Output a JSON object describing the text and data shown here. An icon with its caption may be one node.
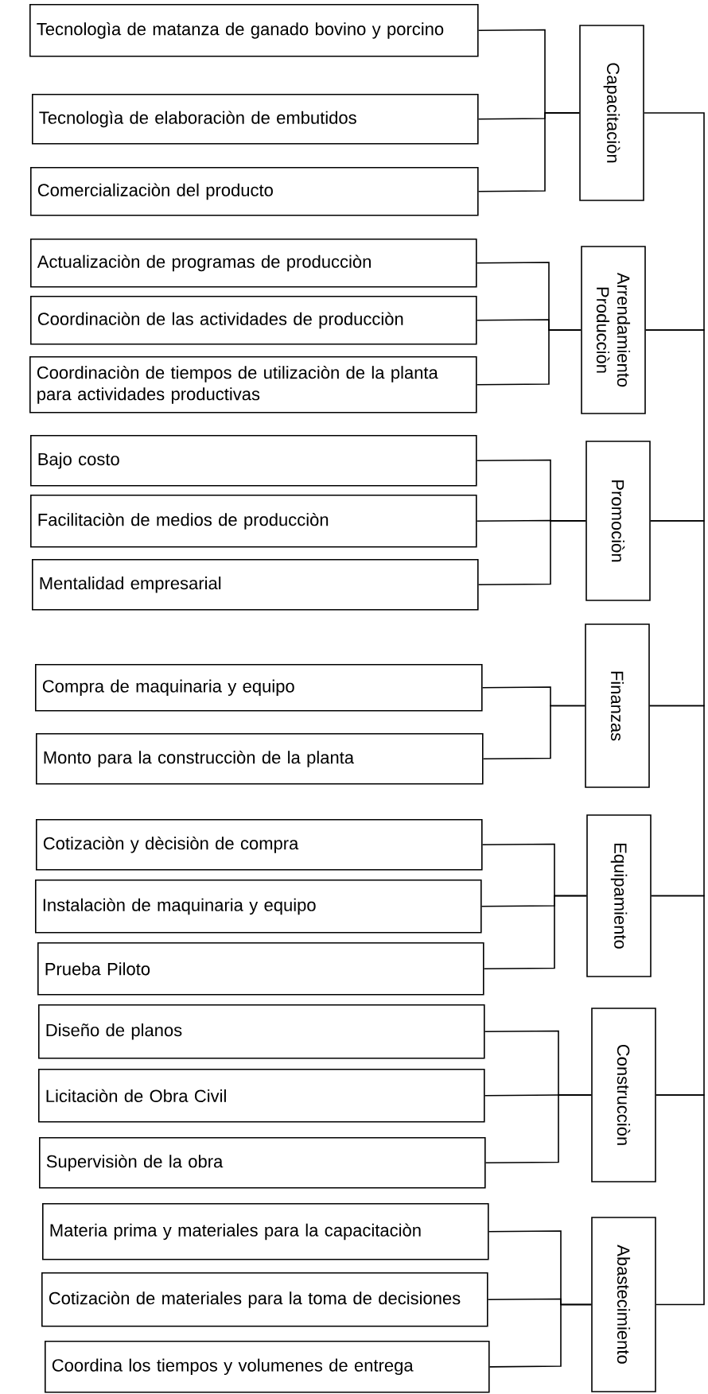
{
  "diagram": {
    "nodes": [
      {
        "text": [
          "Tecnologìa de matanza de ganado bovino y porcino"
        ]
      },
      {
        "text": [
          "Tecnologìa de elaboraciòn de embutidos"
        ]
      },
      {
        "text": [
          "Comercializaciòn del producto"
        ]
      },
      {
        "text": [
          "Capacitaciòn"
        ]
      },
      {
        "text": [
          "Actualizaciòn de programas de producciòn"
        ]
      },
      {
        "text": [
          "Coordinaciòn de las actividades de producciòn"
        ]
      },
      {
        "text": [
          "Coordinaciòn de tiempos de utilizaciòn de la planta para actividades productivas"
        ]
      },
      {
        "text": [
          "Arrendamiento Producciòn"
        ]
      },
      {
        "text": [
          "Bajo costo"
        ]
      },
      {
        "text": [
          "Facilitaciòn de medios de producciòn"
        ]
      },
      {
        "text": [
          "Mentalidad empresarial"
        ]
      },
      {
        "text": [
          "Promociòn"
        ]
      },
      {
        "text": [
          "Compra de maquinaria y equipo"
        ]
      },
      {
        "text": [
          "Monto para la construcciòn de la planta"
        ]
      },
      {
        "text": [
          "Finanzas"
        ]
      },
      {
        "text": [
          "Cotizaciòn y dècisiòn de compra"
        ]
      },
      {
        "text": [
          "Instalaciòn de maquinaria y equipo"
        ]
      },
      {
        "text": [
          "Prueba Piloto"
        ]
      },
      {
        "text": [
          "Equipamiento"
        ]
      },
      {
        "text": [
          "Diseño de planos"
        ]
      },
      {
        "text": [
          "Licitaciòn de Obra Civil"
        ]
      },
      {
        "text": [
          "Supervisiòn de la obra"
        ]
      },
      {
        "text": [
          "Construcciòn"
        ]
      },
      {
        "text": [
          "Materia prima y materiales para la capacitaciòn"
        ]
      },
      {
        "text": [
          "Cotizaciòn de materiales para la toma de decisiones"
        ]
      },
      {
        "text": [
          "Coordina los tiempos y volumenes de entrega"
        ]
      },
      {
        "text": [
          "Abastecimiento"
        ]
      }
    ],
    "edges": [
      {
        "from": 0,
        "to": 3,
        "arrow": "none"
      },
      {
        "from": 1,
        "to": 3,
        "arrow": "none"
      },
      {
        "from": 2,
        "to": 3,
        "arrow": "none"
      },
      {
        "from": 4,
        "to": 7,
        "arrow": "none"
      },
      {
        "from": 5,
        "to": 7,
        "arrow": "none"
      },
      {
        "from": 6,
        "to": 7,
        "arrow": "none"
      },
      {
        "from": 8,
        "to": 11,
        "arrow": "none"
      },
      {
        "from": 9,
        "to": 11,
        "arrow": "none"
      },
      {
        "from": 10,
        "to": 11,
        "arrow": "none"
      },
      {
        "from": 12,
        "to": 14,
        "arrow": "none"
      },
      {
        "from": 13,
        "to": 14,
        "arrow": "none"
      },
      {
        "from": 15,
        "to": 18,
        "arrow": "none"
      },
      {
        "from": 16,
        "to": 18,
        "arrow": "none"
      },
      {
        "from": 17,
        "to": 18,
        "arrow": "none"
      },
      {
        "from": 19,
        "to": 22,
        "arrow": "none"
      },
      {
        "from": 20,
        "to": 22,
        "arrow": "none"
      },
      {
        "from": 21,
        "to": 22,
        "arrow": "none"
      },
      {
        "from": 23,
        "to": 26,
        "arrow": "none"
      },
      {
        "from": 24,
        "to": 26,
        "arrow": "none"
      },
      {
        "from": 25,
        "to": 26,
        "arrow": "none"
      },
      {
        "from": 3,
        "to": 7,
        "arrow": "none"
      },
      {
        "from": 7,
        "to": 11,
        "arrow": "none"
      },
      {
        "from": 11,
        "to": 14,
        "arrow": "none"
      },
      {
        "from": 14,
        "to": 18,
        "arrow": "none"
      },
      {
        "from": 18,
        "to": 22,
        "arrow": "none"
      },
      {
        "from": 22,
        "to": 26,
        "arrow": "none"
      }
    ]
  }
}
